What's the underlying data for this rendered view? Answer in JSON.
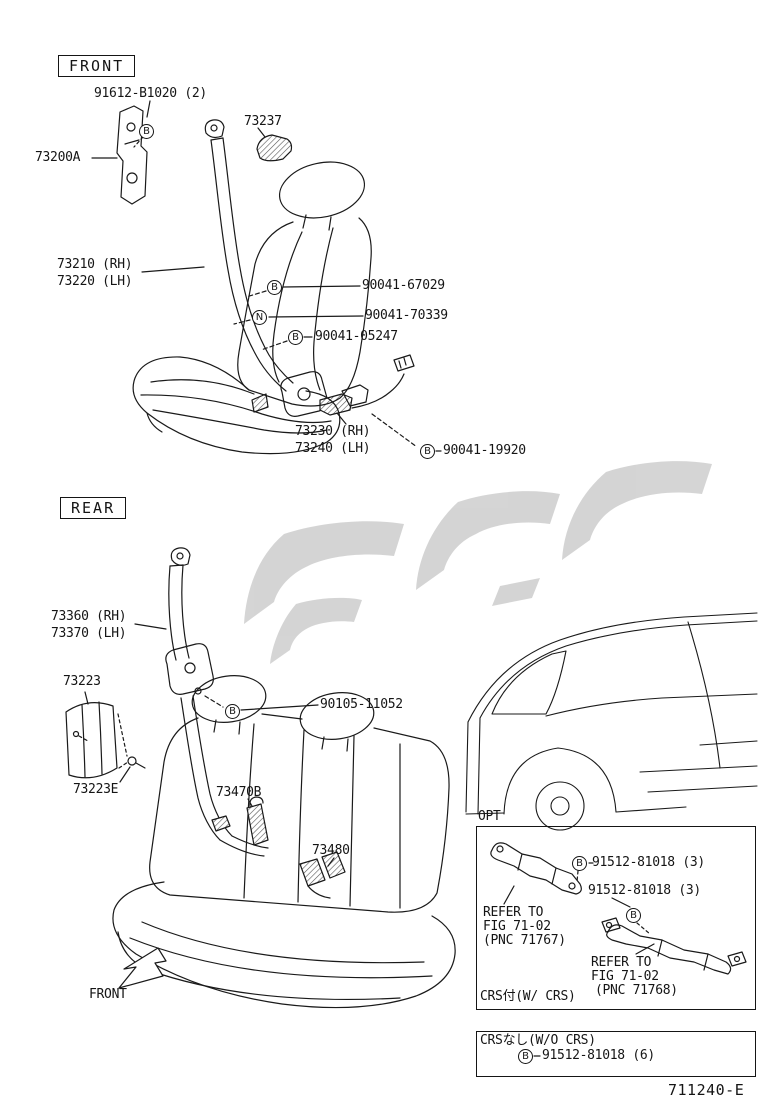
{
  "figure": {
    "code": "711240-E"
  },
  "symbols": {
    "bolt": "B",
    "nut": "N"
  },
  "front_section": {
    "header": "FRONT",
    "labels": {
      "bolt_91612": "91612-B1020 (2)",
      "p73237": "73237",
      "p73200A": "73200A",
      "p73210": "73210 (RH)",
      "p73220": "73220 (LH)",
      "f90041_67029": "90041-67029",
      "f90041_70339": "90041-70339",
      "f90041_05247": "90041-05247",
      "p73230": "73230 (RH)",
      "p73240": "73240 (LH)",
      "f90041_19920": "90041-19920"
    }
  },
  "rear_section": {
    "header": "REAR",
    "front_direction_label": "FRONT",
    "labels": {
      "p73360": "73360 (RH)",
      "p73370": "73370 (LH)",
      "p73223": "73223",
      "f90105_11052": "90105-11052",
      "p73223E": "73223E",
      "p73470B": "73470B",
      "p73480": "73480"
    }
  },
  "opt_panel": {
    "title": "OPT",
    "fastener_top": "91512-81018 (3)",
    "fastener_bottom": "91512-81018 (3)",
    "refer_top": {
      "l1": "REFER TO",
      "l2": "FIG 71-02",
      "l3": "(PNC 71767)"
    },
    "refer_bottom": {
      "l1": "REFER TO",
      "l2": "FIG 71-02",
      "l3": "(PNC 71768)"
    },
    "caption": "CRS付(W/ CRS)"
  },
  "wo_crs_panel": {
    "caption": "CRSなし(W/O CRS)",
    "fastener": "91512-81018 (6)"
  }
}
